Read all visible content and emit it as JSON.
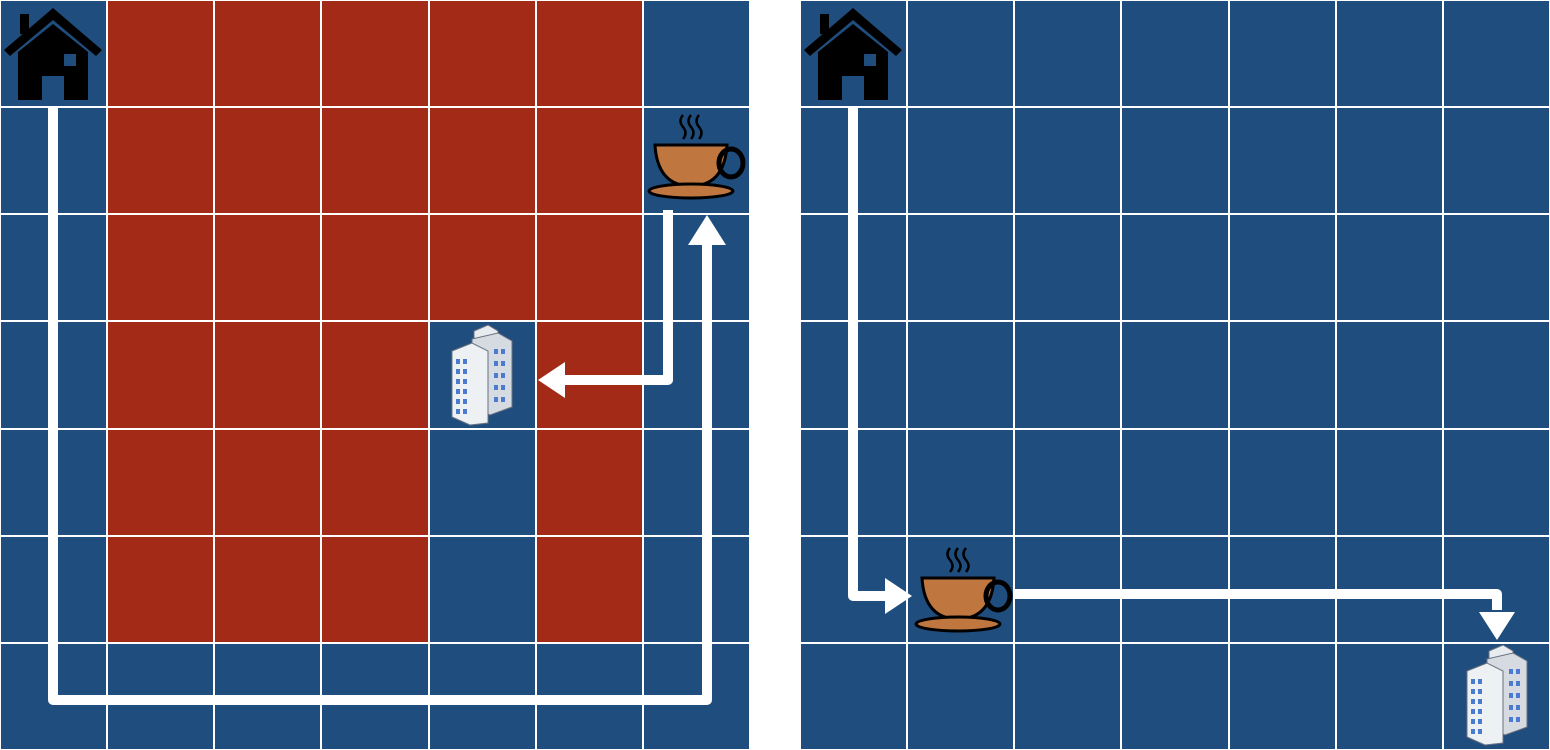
{
  "colors": {
    "open": "#1f4e7e",
    "blocked": "#a22a17",
    "gridline": "#ffffff",
    "path": "#ffffff",
    "cup": "#c0763f",
    "house": "#000000"
  },
  "icons": [
    "house-icon",
    "coffee-cup-icon",
    "office-building-icon"
  ],
  "grids": [
    {
      "name": "left",
      "rows": 7,
      "cols": 7,
      "blocked": [
        [
          0,
          1
        ],
        [
          0,
          2
        ],
        [
          0,
          3
        ],
        [
          0,
          4
        ],
        [
          0,
          5
        ],
        [
          1,
          1
        ],
        [
          1,
          2
        ],
        [
          1,
          3
        ],
        [
          1,
          4
        ],
        [
          1,
          5
        ],
        [
          2,
          1
        ],
        [
          2,
          2
        ],
        [
          2,
          3
        ],
        [
          2,
          4
        ],
        [
          2,
          5
        ],
        [
          3,
          1
        ],
        [
          3,
          2
        ],
        [
          3,
          3
        ],
        [
          3,
          5
        ],
        [
          4,
          1
        ],
        [
          4,
          2
        ],
        [
          4,
          3
        ],
        [
          4,
          5
        ],
        [
          5,
          1
        ],
        [
          5,
          2
        ],
        [
          5,
          3
        ],
        [
          5,
          5
        ]
      ],
      "home": [
        0,
        0
      ],
      "coffee": [
        1,
        6
      ],
      "office": [
        3,
        4
      ]
    },
    {
      "name": "right",
      "rows": 7,
      "cols": 7,
      "blocked": [],
      "home": [
        0,
        0
      ],
      "coffee": [
        5,
        1
      ],
      "office": [
        6,
        6
      ]
    }
  ]
}
